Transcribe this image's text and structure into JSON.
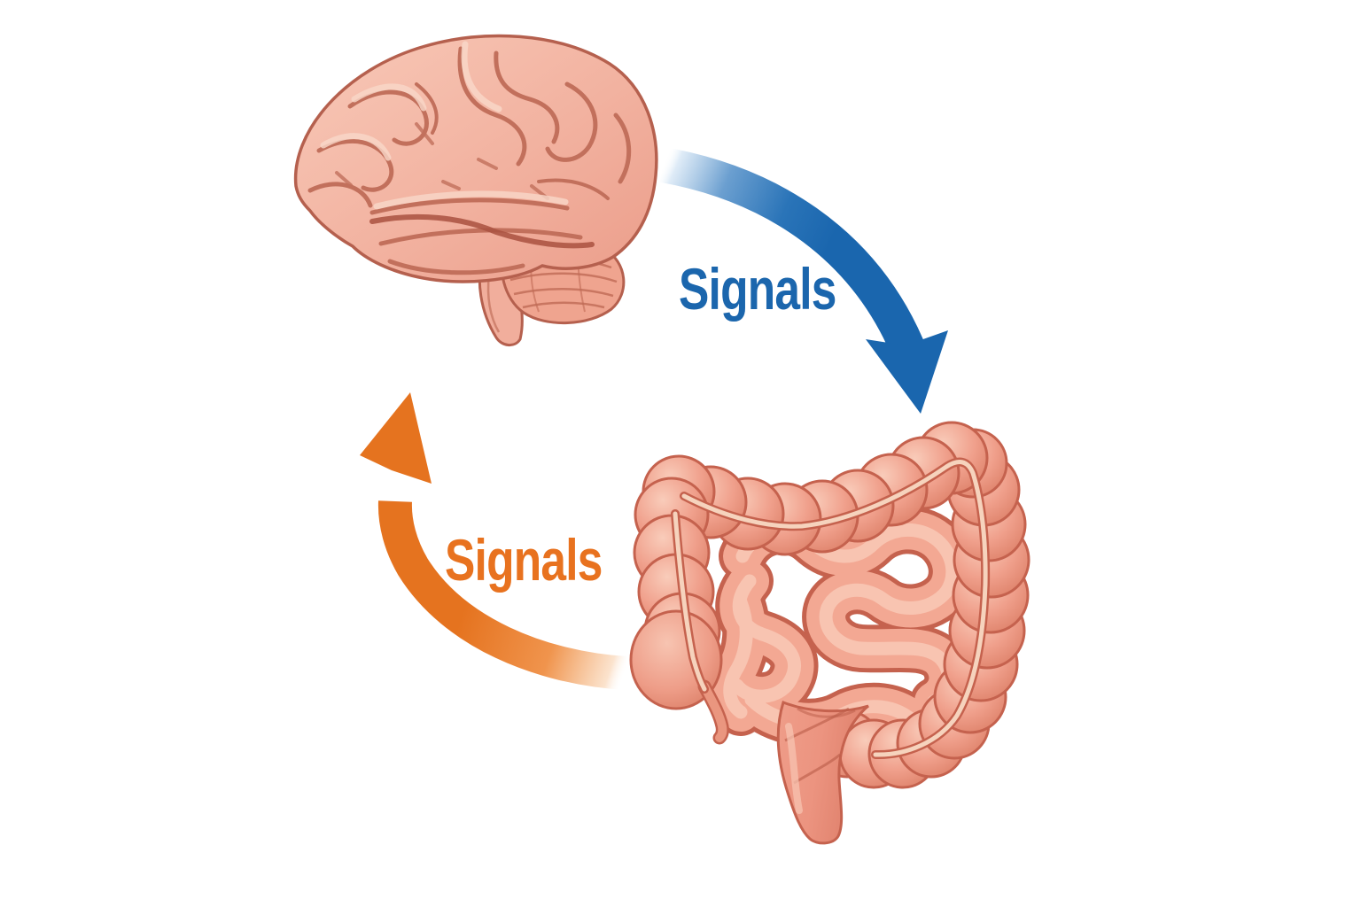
{
  "canvas": {
    "background": "#ffffff"
  },
  "labels": {
    "brain_to_gut_signal": {
      "text": "Signals",
      "color": "#1b66ad"
    },
    "gut_to_brain_signal": {
      "text": "Signals",
      "color": "#e8721f"
    }
  },
  "illustrations": [
    {
      "name": "brain-illustration",
      "depicts": "human brain, lateral view with cerebellum and brainstem"
    },
    {
      "name": "intestines-illustration",
      "depicts": "human intestines: large colon frame, coiled small intestine, cecum with appendix, rectum"
    }
  ],
  "arrows": [
    {
      "name": "arrow-brain-to-gut",
      "from": "brain",
      "to": "gut",
      "label": "Signals",
      "color": "#1a66ae"
    },
    {
      "name": "arrow-gut-to-brain",
      "from": "gut",
      "to": "brain",
      "label": "Signals",
      "color": "#e5731f"
    }
  ],
  "colors": {
    "background": "#ffffff",
    "arrow_blue": "#1a66ae",
    "arrow_orange": "#e5731f",
    "text_blue": "#1b66ad",
    "text_orange": "#e8721f",
    "organ_base": "#f2ab98",
    "organ_outline": "#c5624e"
  }
}
